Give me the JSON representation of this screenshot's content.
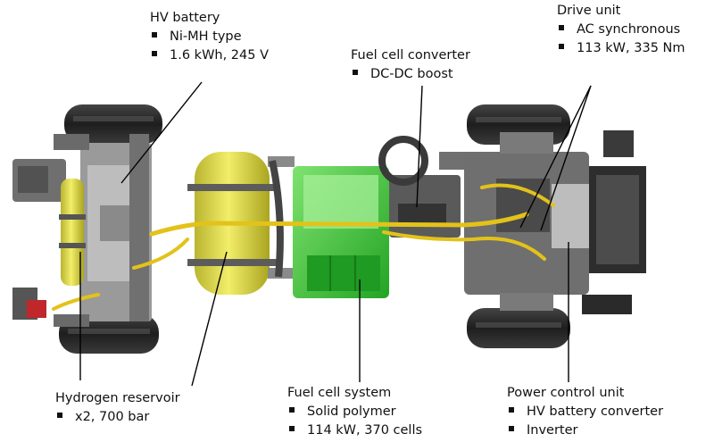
{
  "callouts": {
    "hv_battery": {
      "title": "HV battery",
      "bullets": [
        "Ni-MH type",
        "1.6 kWh, 245 V"
      ]
    },
    "drive_unit": {
      "title": "Drive unit",
      "bullets": [
        "AC synchronous",
        "113 kW, 335 Nm"
      ]
    },
    "fc_converter": {
      "title": "Fuel cell converter",
      "bullets": [
        "DC-DC boost"
      ]
    },
    "h2_reservoir": {
      "title": "Hydrogen reservoir",
      "bullets": [
        "x2, 700 bar"
      ]
    },
    "fc_system": {
      "title": "Fuel cell system",
      "bullets": [
        "Solid polymer",
        "114 kW, 370 cells"
      ]
    },
    "pcu": {
      "title": "Power control unit",
      "bullets": [
        "HV battery converter",
        "Inverter"
      ]
    }
  },
  "colors": {
    "fuel_cell": "#3fc43a",
    "tank": "#e8e24a",
    "hv_cable": "#e3c21a",
    "chassis": "#7d7d7d",
    "leader": "#000000",
    "tire": "#2a2a2a"
  }
}
